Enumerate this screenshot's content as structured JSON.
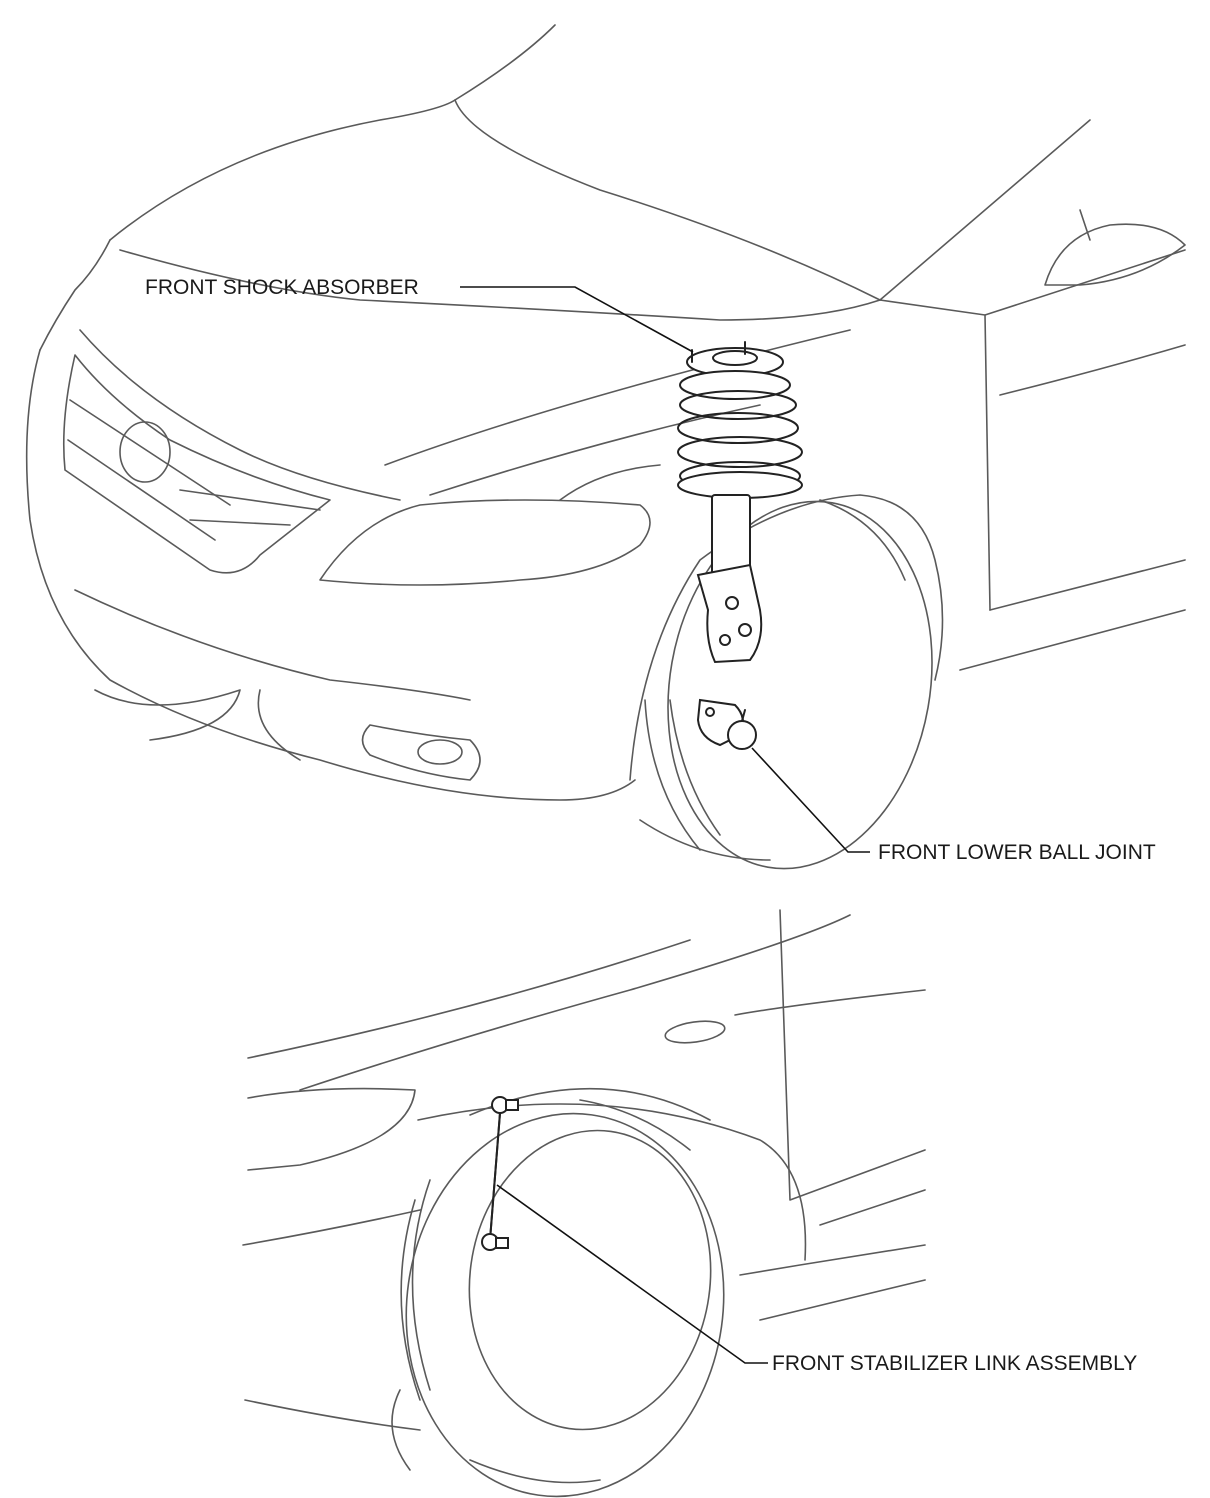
{
  "labels": {
    "front_shock_absorber": "FRONT SHOCK ABSORBER",
    "front_lower_ball_joint": "FRONT LOWER BALL JOINT",
    "front_stabilizer_link_assembly": "FRONT STABILIZER LINK ASSEMBLY"
  },
  "colors": {
    "line_art": "#5a5a5a",
    "component": "#222222",
    "leader": "#111111",
    "background": "#ffffff"
  }
}
